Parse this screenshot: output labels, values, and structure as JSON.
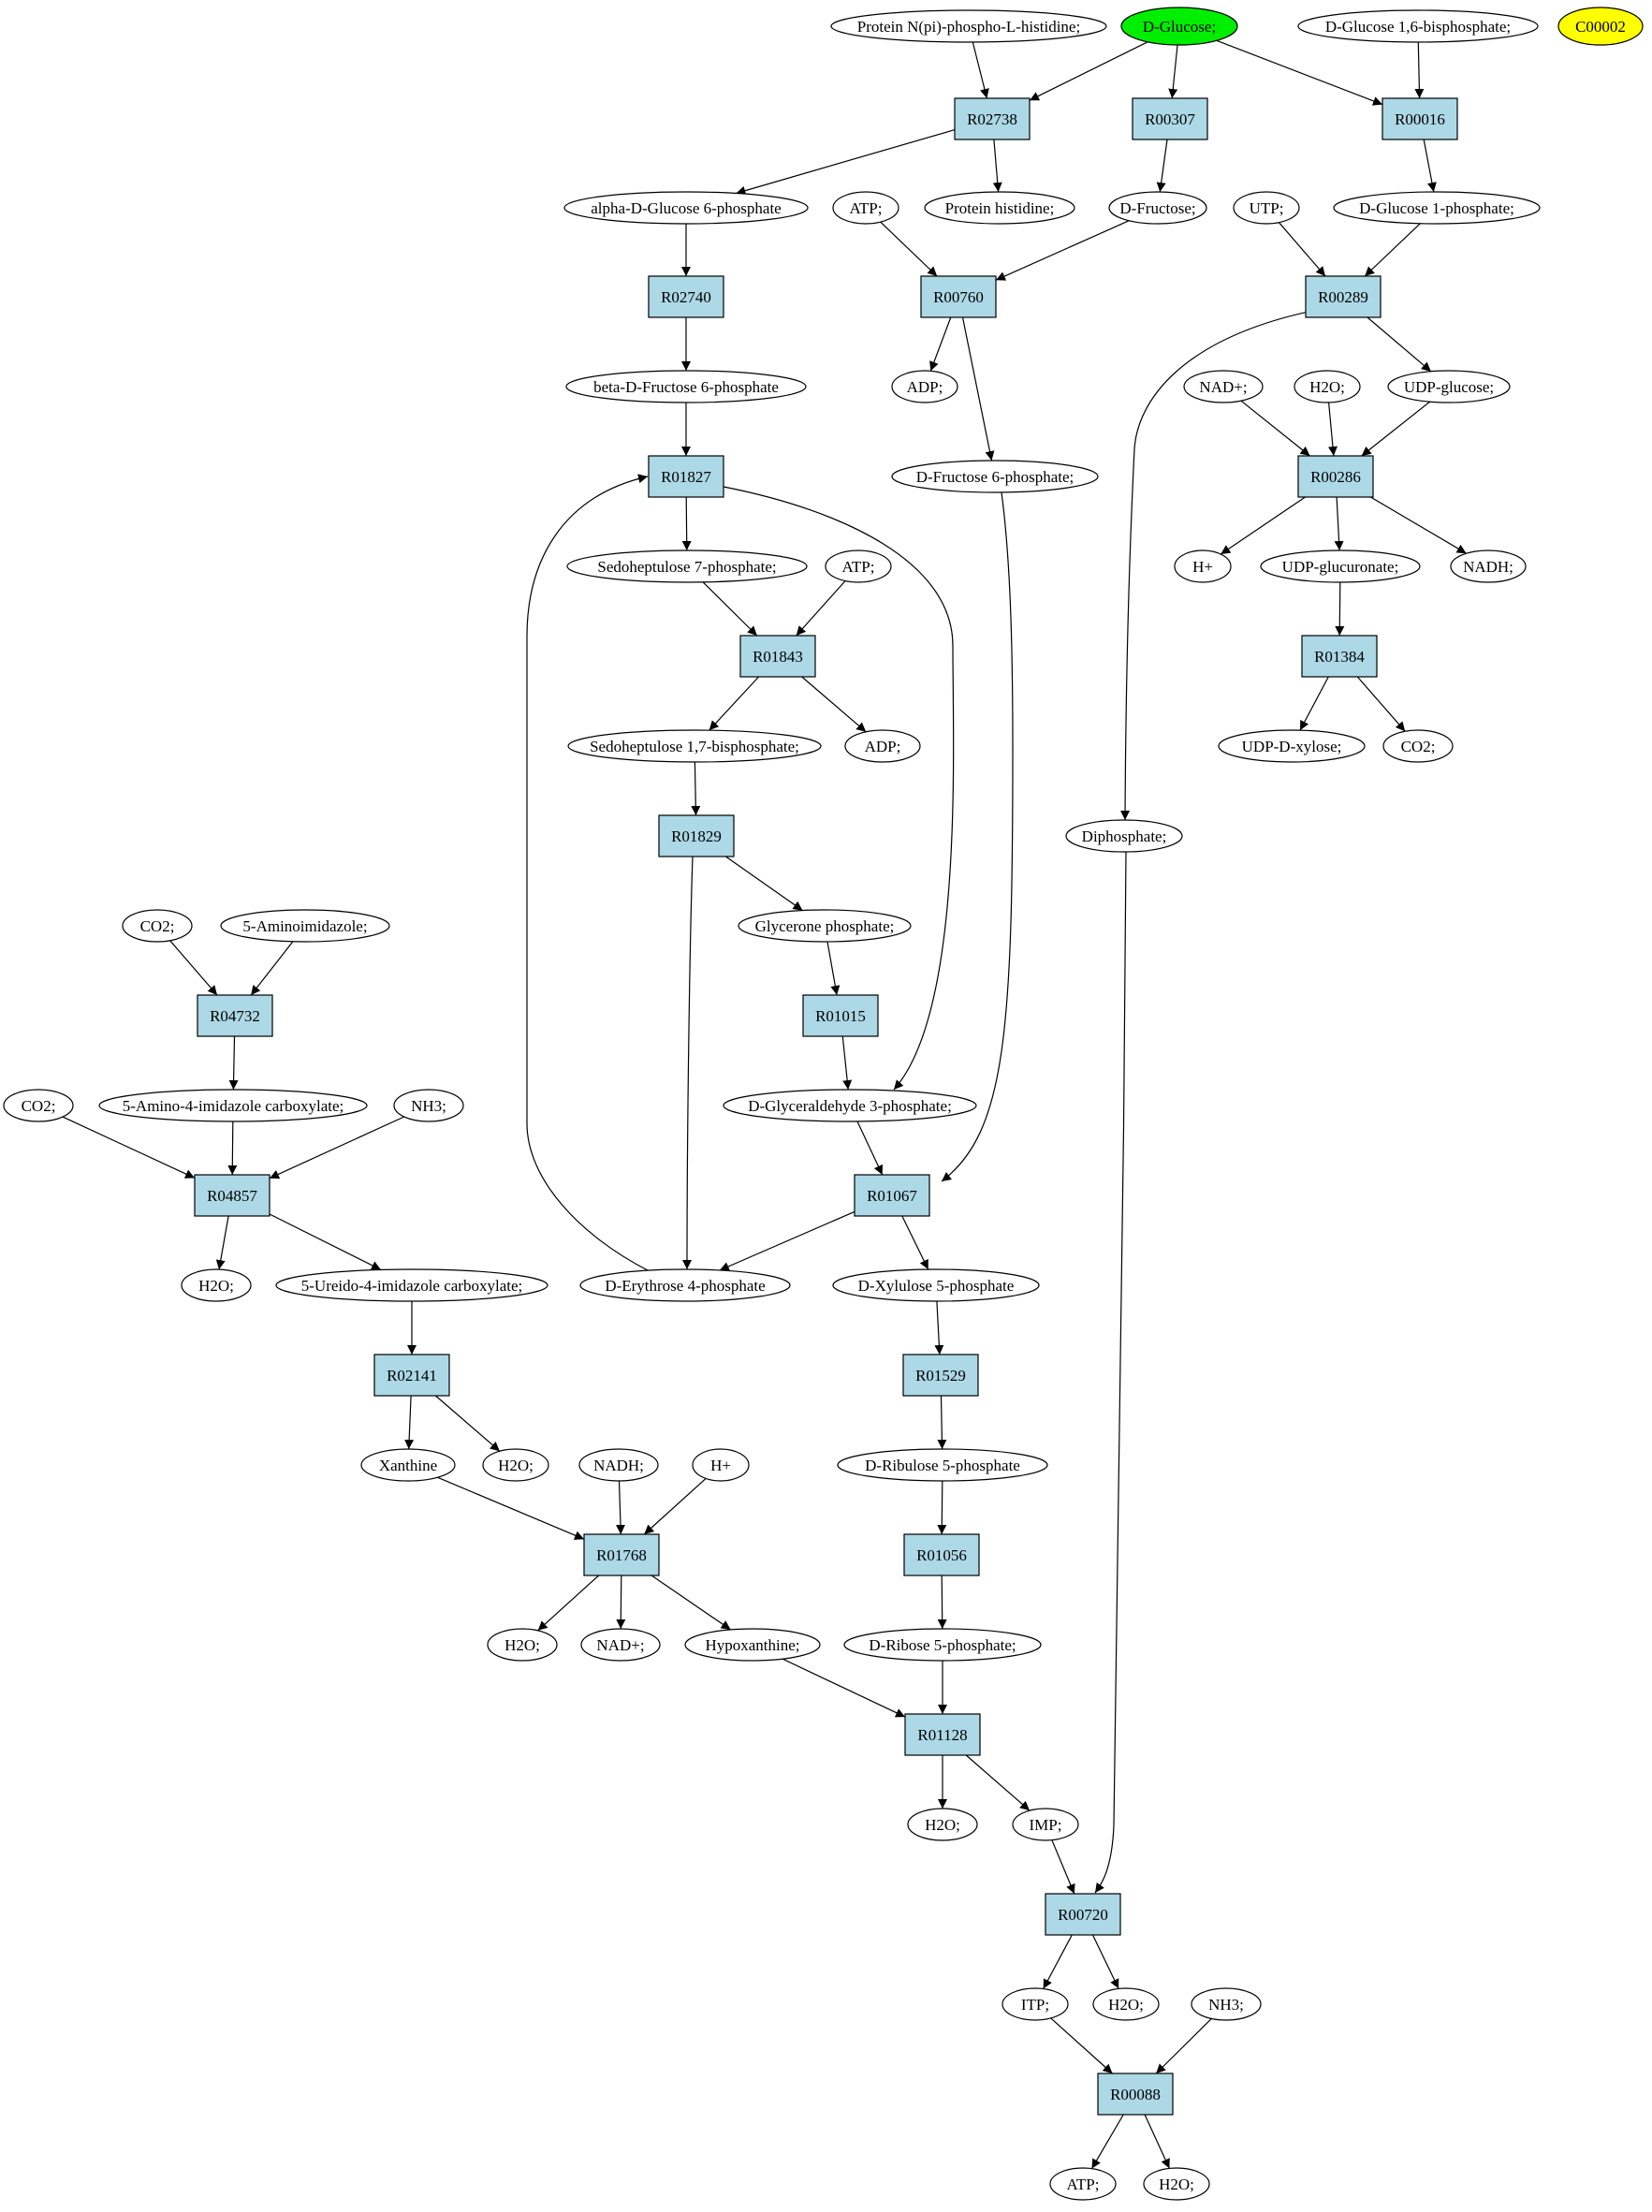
{
  "colors": {
    "compound_fill": "#ffffff",
    "reaction_fill": "#add8e6",
    "start_fill": "#00ee00",
    "highlight_fill": "#ffff00",
    "stroke": "#000000"
  },
  "nodes": [
    {
      "id": "protein_nphis",
      "label": "Protein N(pi)-phospho-L-histidine;",
      "kind": "compound"
    },
    {
      "id": "d_glucose",
      "label": "D-Glucose;",
      "kind": "start"
    },
    {
      "id": "d_glucose_16bp",
      "label": "D-Glucose 1,6-bisphosphate;",
      "kind": "compound"
    },
    {
      "id": "c00002",
      "label": "C00002",
      "kind": "highlight"
    },
    {
      "id": "r02738",
      "label": "R02738",
      "kind": "reaction"
    },
    {
      "id": "r00307",
      "label": "R00307",
      "kind": "reaction"
    },
    {
      "id": "r00016",
      "label": "R00016",
      "kind": "reaction"
    },
    {
      "id": "a_d_glc6p",
      "label": "alpha-D-Glucose 6-phosphate",
      "kind": "compound"
    },
    {
      "id": "protein_his",
      "label": "Protein histidine;",
      "kind": "compound"
    },
    {
      "id": "atp_1",
      "label": "ATP;",
      "kind": "compound"
    },
    {
      "id": "d_fructose",
      "label": "D-Fructose;",
      "kind": "compound"
    },
    {
      "id": "utp",
      "label": "UTP;",
      "kind": "compound"
    },
    {
      "id": "d_glc1p",
      "label": "D-Glucose 1-phosphate;",
      "kind": "compound"
    },
    {
      "id": "r02740",
      "label": "R02740",
      "kind": "reaction"
    },
    {
      "id": "r00760",
      "label": "R00760",
      "kind": "reaction"
    },
    {
      "id": "r00289",
      "label": "R00289",
      "kind": "reaction"
    },
    {
      "id": "b_d_fru6p",
      "label": "beta-D-Fructose 6-phosphate",
      "kind": "compound"
    },
    {
      "id": "adp_1",
      "label": "ADP;",
      "kind": "compound"
    },
    {
      "id": "nad_1",
      "label": "NAD+;",
      "kind": "compound"
    },
    {
      "id": "h2o_1",
      "label": "H2O;",
      "kind": "compound"
    },
    {
      "id": "udp_glucose",
      "label": "UDP-glucose;",
      "kind": "compound"
    },
    {
      "id": "r01827",
      "label": "R01827",
      "kind": "reaction"
    },
    {
      "id": "d_fru6p",
      "label": "D-Fructose 6-phosphate;",
      "kind": "compound"
    },
    {
      "id": "r00286",
      "label": "R00286",
      "kind": "reaction"
    },
    {
      "id": "sedo7p",
      "label": "Sedoheptulose 7-phosphate;",
      "kind": "compound"
    },
    {
      "id": "atp_2",
      "label": "ATP;",
      "kind": "compound"
    },
    {
      "id": "h_plus_1",
      "label": "H+",
      "kind": "compound"
    },
    {
      "id": "udp_glucuronate",
      "label": "UDP-glucuronate;",
      "kind": "compound"
    },
    {
      "id": "nadh_1",
      "label": "NADH;",
      "kind": "compound"
    },
    {
      "id": "r01843",
      "label": "R01843",
      "kind": "reaction"
    },
    {
      "id": "r01384",
      "label": "R01384",
      "kind": "reaction"
    },
    {
      "id": "sedo17bp",
      "label": "Sedoheptulose 1,7-bisphosphate;",
      "kind": "compound"
    },
    {
      "id": "adp_2",
      "label": "ADP;",
      "kind": "compound"
    },
    {
      "id": "udp_xylose",
      "label": "UDP-D-xylose;",
      "kind": "compound"
    },
    {
      "id": "co2_1",
      "label": "CO2;",
      "kind": "compound"
    },
    {
      "id": "r01829",
      "label": "R01829",
      "kind": "reaction"
    },
    {
      "id": "diphosphate",
      "label": "Diphosphate;",
      "kind": "compound"
    },
    {
      "id": "co2_2",
      "label": "CO2;",
      "kind": "compound"
    },
    {
      "id": "aminoimidazole",
      "label": "5-Aminoimidazole;",
      "kind": "compound"
    },
    {
      "id": "glycerone_p",
      "label": "Glycerone phosphate;",
      "kind": "compound"
    },
    {
      "id": "r04732",
      "label": "R04732",
      "kind": "reaction"
    },
    {
      "id": "r01015",
      "label": "R01015",
      "kind": "reaction"
    },
    {
      "id": "co2_3",
      "label": "CO2;",
      "kind": "compound"
    },
    {
      "id": "aic",
      "label": "5-Amino-4-imidazole carboxylate;",
      "kind": "compound"
    },
    {
      "id": "nh3_1",
      "label": "NH3;",
      "kind": "compound"
    },
    {
      "id": "gap",
      "label": "D-Glyceraldehyde 3-phosphate;",
      "kind": "compound"
    },
    {
      "id": "r04857",
      "label": "R04857",
      "kind": "reaction"
    },
    {
      "id": "r01067",
      "label": "R01067",
      "kind": "reaction"
    },
    {
      "id": "h2o_2",
      "label": "H2O;",
      "kind": "compound"
    },
    {
      "id": "uic",
      "label": "5-Ureido-4-imidazole carboxylate;",
      "kind": "compound"
    },
    {
      "id": "e4p",
      "label": "D-Erythrose 4-phosphate",
      "kind": "compound"
    },
    {
      "id": "xu5p",
      "label": "D-Xylulose 5-phosphate",
      "kind": "compound"
    },
    {
      "id": "r02141",
      "label": "R02141",
      "kind": "reaction"
    },
    {
      "id": "r01529",
      "label": "R01529",
      "kind": "reaction"
    },
    {
      "id": "xanthine",
      "label": "Xanthine",
      "kind": "compound"
    },
    {
      "id": "h2o_3",
      "label": "H2O;",
      "kind": "compound"
    },
    {
      "id": "nadh_2",
      "label": "NADH;",
      "kind": "compound"
    },
    {
      "id": "h_plus_2",
      "label": "H+",
      "kind": "compound"
    },
    {
      "id": "ru5p",
      "label": "D-Ribulose 5-phosphate",
      "kind": "compound"
    },
    {
      "id": "r01768",
      "label": "R01768",
      "kind": "reaction"
    },
    {
      "id": "r01056",
      "label": "R01056",
      "kind": "reaction"
    },
    {
      "id": "h2o_4",
      "label": "H2O;",
      "kind": "compound"
    },
    {
      "id": "nad_2",
      "label": "NAD+;",
      "kind": "compound"
    },
    {
      "id": "hypoxanthine",
      "label": "Hypoxanthine;",
      "kind": "compound"
    },
    {
      "id": "r5p",
      "label": "D-Ribose 5-phosphate;",
      "kind": "compound"
    },
    {
      "id": "r01128",
      "label": "R01128",
      "kind": "reaction"
    },
    {
      "id": "h2o_5",
      "label": "H2O;",
      "kind": "compound"
    },
    {
      "id": "imp",
      "label": "IMP;",
      "kind": "compound"
    },
    {
      "id": "r00720",
      "label": "R00720",
      "kind": "reaction"
    },
    {
      "id": "itp",
      "label": "ITP;",
      "kind": "compound"
    },
    {
      "id": "h2o_6",
      "label": "H2O;",
      "kind": "compound"
    },
    {
      "id": "nh3_2",
      "label": "NH3;",
      "kind": "compound"
    },
    {
      "id": "r00088",
      "label": "R00088",
      "kind": "reaction"
    },
    {
      "id": "atp_3",
      "label": "ATP;",
      "kind": "compound"
    },
    {
      "id": "h2o_7",
      "label": "H2O;",
      "kind": "compound"
    }
  ],
  "edges": [
    {
      "from": "protein_nphis",
      "to": "r02738"
    },
    {
      "from": "d_glucose",
      "to": "r02738"
    },
    {
      "from": "d_glucose",
      "to": "r00307"
    },
    {
      "from": "d_glucose",
      "to": "r00016"
    },
    {
      "from": "d_glucose_16bp",
      "to": "r00016"
    },
    {
      "from": "r02738",
      "to": "a_d_glc6p"
    },
    {
      "from": "r02738",
      "to": "protein_his"
    },
    {
      "from": "r00307",
      "to": "d_fructose"
    },
    {
      "from": "r00016",
      "to": "d_glc1p"
    },
    {
      "from": "a_d_glc6p",
      "to": "r02740"
    },
    {
      "from": "atp_1",
      "to": "r00760"
    },
    {
      "from": "d_fructose",
      "to": "r00760"
    },
    {
      "from": "utp",
      "to": "r00289"
    },
    {
      "from": "d_glc1p",
      "to": "r00289"
    },
    {
      "from": "r02740",
      "to": "b_d_fru6p"
    },
    {
      "from": "r00760",
      "to": "adp_1"
    },
    {
      "from": "r00760",
      "to": "d_fru6p"
    },
    {
      "from": "r00289",
      "to": "udp_glucose"
    },
    {
      "from": "r00289",
      "to": "diphosphate"
    },
    {
      "from": "b_d_fru6p",
      "to": "r01827"
    },
    {
      "from": "nad_1",
      "to": "r00286"
    },
    {
      "from": "h2o_1",
      "to": "r00286"
    },
    {
      "from": "udp_glucose",
      "to": "r00286"
    },
    {
      "from": "r01827",
      "to": "sedo7p"
    },
    {
      "from": "r01827",
      "to": "gap"
    },
    {
      "from": "r00286",
      "to": "h_plus_1"
    },
    {
      "from": "r00286",
      "to": "udp_glucuronate"
    },
    {
      "from": "r00286",
      "to": "nadh_1"
    },
    {
      "from": "sedo7p",
      "to": "r01843"
    },
    {
      "from": "atp_2",
      "to": "r01843"
    },
    {
      "from": "udp_glucuronate",
      "to": "r01384"
    },
    {
      "from": "r01843",
      "to": "sedo17bp"
    },
    {
      "from": "r01843",
      "to": "adp_2"
    },
    {
      "from": "r01384",
      "to": "udp_xylose"
    },
    {
      "from": "r01384",
      "to": "co2_1"
    },
    {
      "from": "sedo17bp",
      "to": "r01829"
    },
    {
      "from": "r01829",
      "to": "glycerone_p"
    },
    {
      "from": "r01829",
      "to": "e4p"
    },
    {
      "from": "glycerone_p",
      "to": "r01015"
    },
    {
      "from": "r01015",
      "to": "gap"
    },
    {
      "from": "co2_2",
      "to": "r04732"
    },
    {
      "from": "aminoimidazole",
      "to": "r04732"
    },
    {
      "from": "r04732",
      "to": "aic"
    },
    {
      "from": "co2_3",
      "to": "r04857"
    },
    {
      "from": "aic",
      "to": "r04857"
    },
    {
      "from": "nh3_1",
      "to": "r04857"
    },
    {
      "from": "r04857",
      "to": "h2o_2"
    },
    {
      "from": "r04857",
      "to": "uic"
    },
    {
      "from": "gap",
      "to": "r01067"
    },
    {
      "from": "d_fru6p",
      "to": "r01067"
    },
    {
      "from": "r01067",
      "to": "e4p"
    },
    {
      "from": "r01067",
      "to": "xu5p"
    },
    {
      "from": "e4p",
      "to": "r01827"
    },
    {
      "from": "uic",
      "to": "r02141"
    },
    {
      "from": "xu5p",
      "to": "r01529"
    },
    {
      "from": "r02141",
      "to": "xanthine"
    },
    {
      "from": "r02141",
      "to": "h2o_3"
    },
    {
      "from": "r01529",
      "to": "ru5p"
    },
    {
      "from": "xanthine",
      "to": "r01768"
    },
    {
      "from": "nadh_2",
      "to": "r01768"
    },
    {
      "from": "h_plus_2",
      "to": "r01768"
    },
    {
      "from": "ru5p",
      "to": "r01056"
    },
    {
      "from": "r01768",
      "to": "h2o_4"
    },
    {
      "from": "r01768",
      "to": "nad_2"
    },
    {
      "from": "r01768",
      "to": "hypoxanthine"
    },
    {
      "from": "r01056",
      "to": "r5p"
    },
    {
      "from": "hypoxanthine",
      "to": "r01128"
    },
    {
      "from": "r5p",
      "to": "r01128"
    },
    {
      "from": "r01128",
      "to": "h2o_5"
    },
    {
      "from": "r01128",
      "to": "imp"
    },
    {
      "from": "imp",
      "to": "r00720"
    },
    {
      "from": "diphosphate",
      "to": "r00720"
    },
    {
      "from": "r00720",
      "to": "itp"
    },
    {
      "from": "r00720",
      "to": "h2o_6"
    },
    {
      "from": "itp",
      "to": "r00088"
    },
    {
      "from": "nh3_2",
      "to": "r00088"
    },
    {
      "from": "r00088",
      "to": "atp_3"
    },
    {
      "from": "r00088",
      "to": "h2o_7"
    }
  ]
}
